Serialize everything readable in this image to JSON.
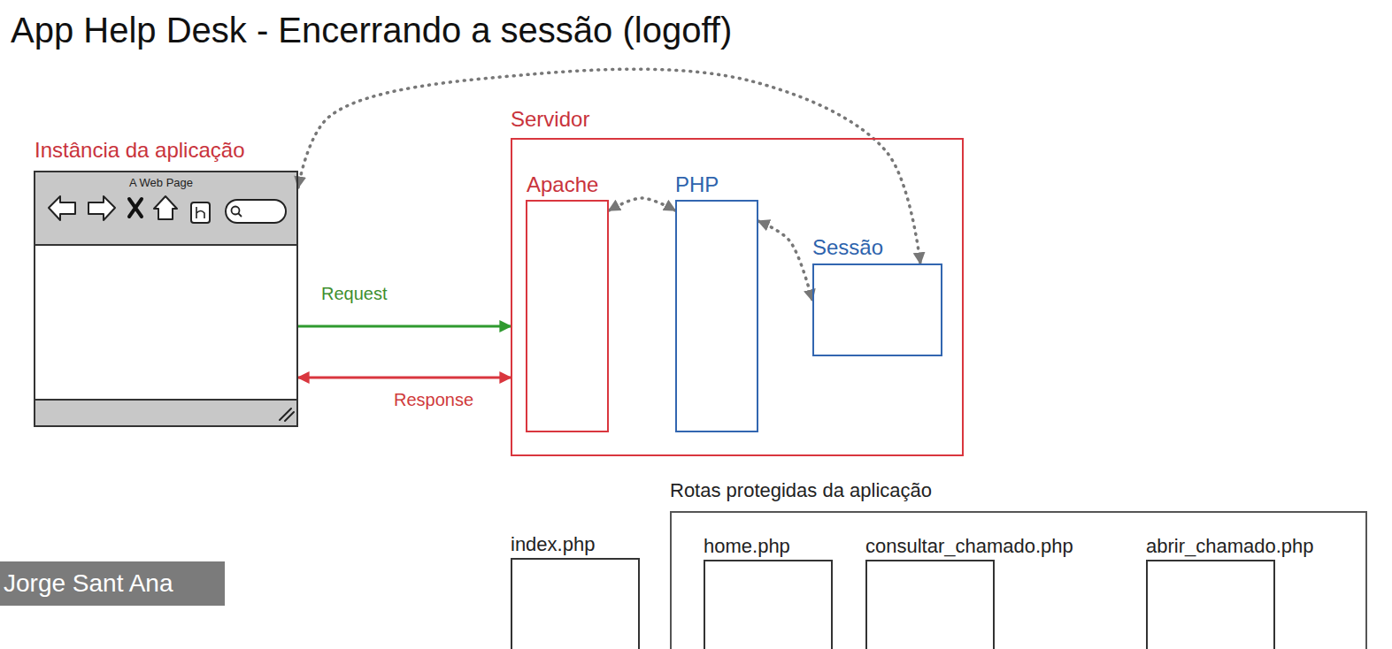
{
  "diagram": {
    "title": "App Help Desk - Encerrando a sessão (logoff)",
    "nodes": [
      {
        "text": [
          "Instância da aplicação"
        ]
      },
      {
        "text": [
          "Servidor"
        ]
      },
      {
        "text": [
          "Apache"
        ],
        "in": 1
      },
      {
        "text": [
          "PHP"
        ],
        "in": 1
      },
      {
        "text": [
          "Sessão"
        ],
        "in": 1
      },
      {
        "text": [
          "index.php"
        ]
      },
      {
        "text": [
          "Rotas protegidas da aplicação"
        ]
      },
      {
        "text": [
          "home.php"
        ],
        "in": 6
      },
      {
        "text": [
          "consultar_chamado.php"
        ],
        "in": 6
      },
      {
        "text": [
          "abrir_chamado.php"
        ],
        "in": 6
      }
    ],
    "edges": [
      {
        "from": 0,
        "to": 1,
        "label": "Request",
        "arrow": "to"
      },
      {
        "from": 0,
        "to": 1,
        "label": "Response",
        "arrow": "both"
      },
      {
        "from": 2,
        "to": 3,
        "arrow": "both"
      },
      {
        "from": 3,
        "to": 4,
        "arrow": "both"
      },
      {
        "from": 0,
        "to": 4,
        "arrow": "both"
      }
    ],
    "labels": [
      "A Web Page",
      "Jorge Sant Ana"
    ]
  }
}
